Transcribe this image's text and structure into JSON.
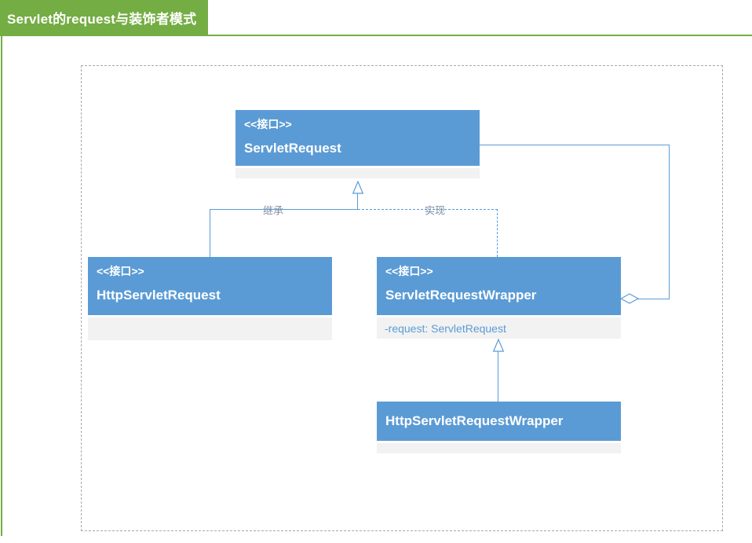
{
  "title_tab": {
    "label": "Servlet的request与装饰者模式"
  },
  "diagram": {
    "classes": [
      {
        "stereotype": "<<接口>>",
        "name": "ServletRequest",
        "attributes": []
      },
      {
        "stereotype": "<<接口>>",
        "name": "HttpServletRequest",
        "attributes": []
      },
      {
        "stereotype": "<<接口>>",
        "name": "ServletRequestWrapper",
        "attributes": [
          "-request: ServletRequest"
        ]
      },
      {
        "stereotype": "",
        "name": "HttpServletRequestWrapper",
        "attributes": []
      }
    ],
    "relationships": [
      {
        "type": "generalization",
        "from": "HttpServletRequest",
        "to": "ServletRequest",
        "label": "继承"
      },
      {
        "type": "realization",
        "from": "ServletRequestWrapper",
        "to": "ServletRequest",
        "label": "实现"
      },
      {
        "type": "generalization",
        "from": "HttpServletRequestWrapper",
        "to": "ServletRequestWrapper",
        "label": ""
      },
      {
        "type": "aggregation",
        "from": "ServletRequestWrapper",
        "to": "ServletRequest",
        "label": ""
      }
    ]
  },
  "colors": {
    "green": "#74ad43",
    "blue": "#5b9bd5",
    "strip": "#f2f2f2",
    "line": "#5b9bd5",
    "frame": "#a9a9a9",
    "label": "#7b8fa5"
  }
}
